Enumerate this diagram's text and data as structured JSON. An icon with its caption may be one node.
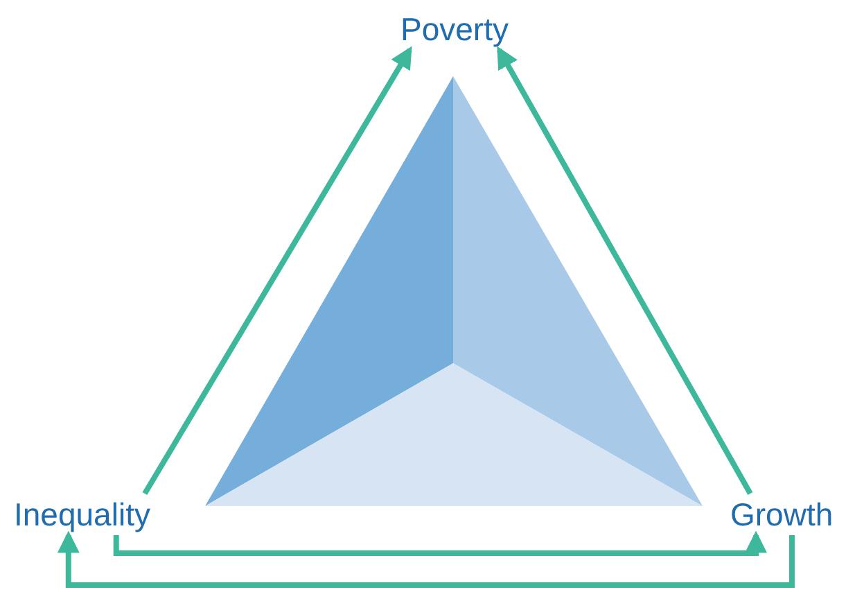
{
  "diagram": {
    "nodes": [
      {
        "text": [
          "Poverty"
        ]
      },
      {
        "text": [
          "Inequality"
        ]
      },
      {
        "text": [
          "Growth"
        ]
      }
    ],
    "edges": [
      {
        "from": 1,
        "to": 0,
        "arrow": "to"
      },
      {
        "from": 2,
        "to": 0,
        "arrow": "to"
      },
      {
        "from": 1,
        "to": 2,
        "arrow": "to"
      },
      {
        "from": 2,
        "to": 1,
        "arrow": "to"
      }
    ]
  }
}
